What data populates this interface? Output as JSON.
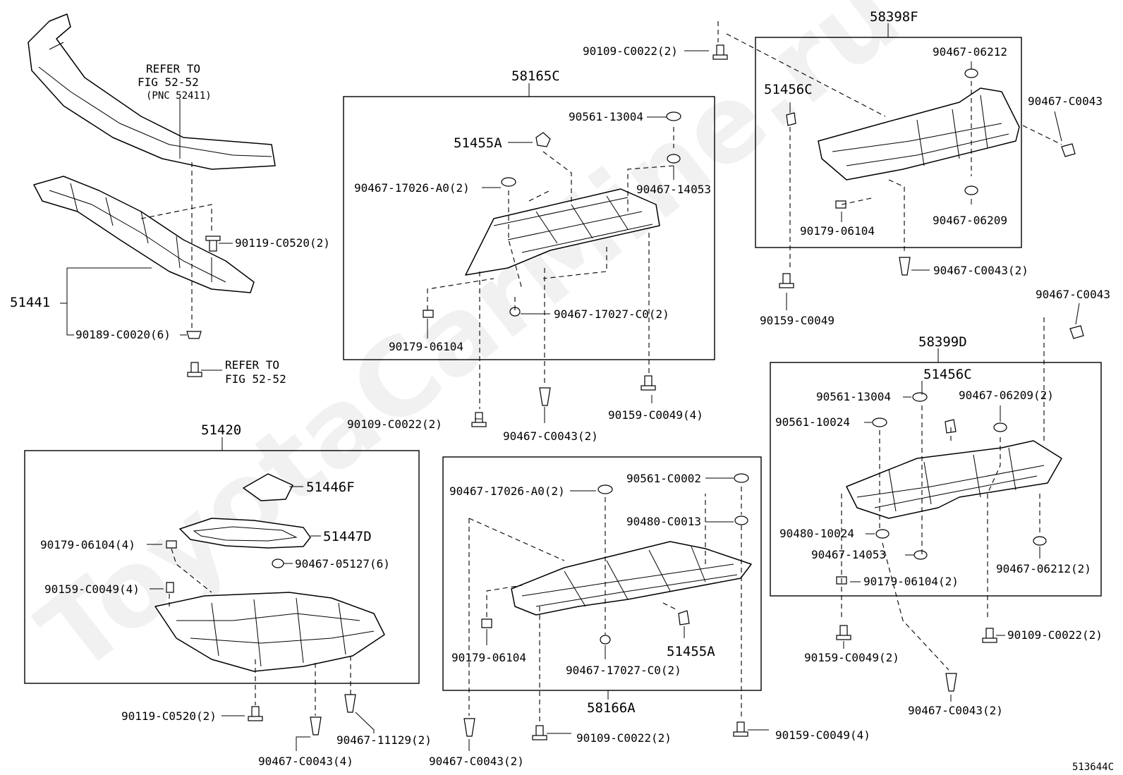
{
  "watermark": "ToyotaCarMine.ru",
  "diagram_id": "513644C",
  "groups": {
    "g58165C": "58165C",
    "g58398F": "58398F",
    "g58399D": "58399D",
    "g51420": "51420",
    "g58166A": "58166A"
  },
  "labels": {
    "refer_to": "REFER TO",
    "fig_52_52": "FIG 52-52",
    "pnc_52411": "(PNC 52411)",
    "p51441": "51441",
    "p90119_C0520_2": "90119-C0520(2)",
    "p90189_C0020_6": "90189-C0020(6)",
    "refer_to_b": "REFER TO",
    "fig_52_52_b": "FIG 52-52",
    "p90109_C0022_2_top": "90109-C0022(2)",
    "p90561_13004_a": "90561-13004",
    "p51455A_a": "51455A",
    "p90467_17026_A0_2_a": "90467-17026-A0(2)",
    "p90467_14053_a": "90467-14053",
    "p90467_17027_C0_2_a": "90467-17027-C0(2)",
    "p90179_06104_a": "90179-06104",
    "p90109_C0022_2_mid": "90109-C0022(2)",
    "p90467_C0043_2_mid": "90467-C0043(2)",
    "p90159_C0049_4_mid": "90159-C0049(4)",
    "p51456C_a": "51456C",
    "p90467_06212": "90467-06212",
    "p90467_C0043_r": "90467-C0043",
    "p90467_06209": "90467-06209",
    "p90179_06104_b": "90179-06104",
    "p90467_C0043_2_r": "90467-C0043(2)",
    "p90159_C0049": "90159-C0049",
    "p90467_C0043_r2": "90467-C0043",
    "p51456C_b": "51456C",
    "p90561_13004_b": "90561-13004",
    "p90467_06209_2": "90467-06209(2)",
    "p90561_10024": "90561-10024",
    "p90480_10024": "90480-10024",
    "p90467_14053_b": "90467-14053",
    "p90179_06104_2": "90179-06104(2)",
    "p90467_06212_2": "90467-06212(2)",
    "p90109_C0022_2_r": "90109-C0022(2)",
    "p90159_C0049_2": "90159-C0049(2)",
    "p90467_C0043_2_br": "90467-C0043(2)",
    "p51446F": "51446F",
    "p51447D": "51447D",
    "p90179_06104_4": "90179-06104(4)",
    "p90467_05127_6": "90467-05127(6)",
    "p90159_C0049_4_l": "90159-C0049(4)",
    "p90119_C0520_2_b": "90119-C0520(2)",
    "p90467_C0043_4": "90467-C0043(4)",
    "p90467_11129_2": "90467-11129(2)",
    "p90467_17026_A0_2_b": "90467-17026-A0(2)",
    "p90561_C0002": "90561-C0002",
    "p90480_C0013": "90480-C0013",
    "p90179_06104_c": "90179-06104",
    "p51455A_b": "51455A",
    "p90467_17027_C0_2_b": "90467-17027-C0(2)",
    "p90467_C0043_2_bm": "90467-C0043(2)",
    "p90109_C0022_2_bm": "90109-C0022(2)",
    "p90159_C0049_4_bm": "90159-C0049(4)"
  }
}
